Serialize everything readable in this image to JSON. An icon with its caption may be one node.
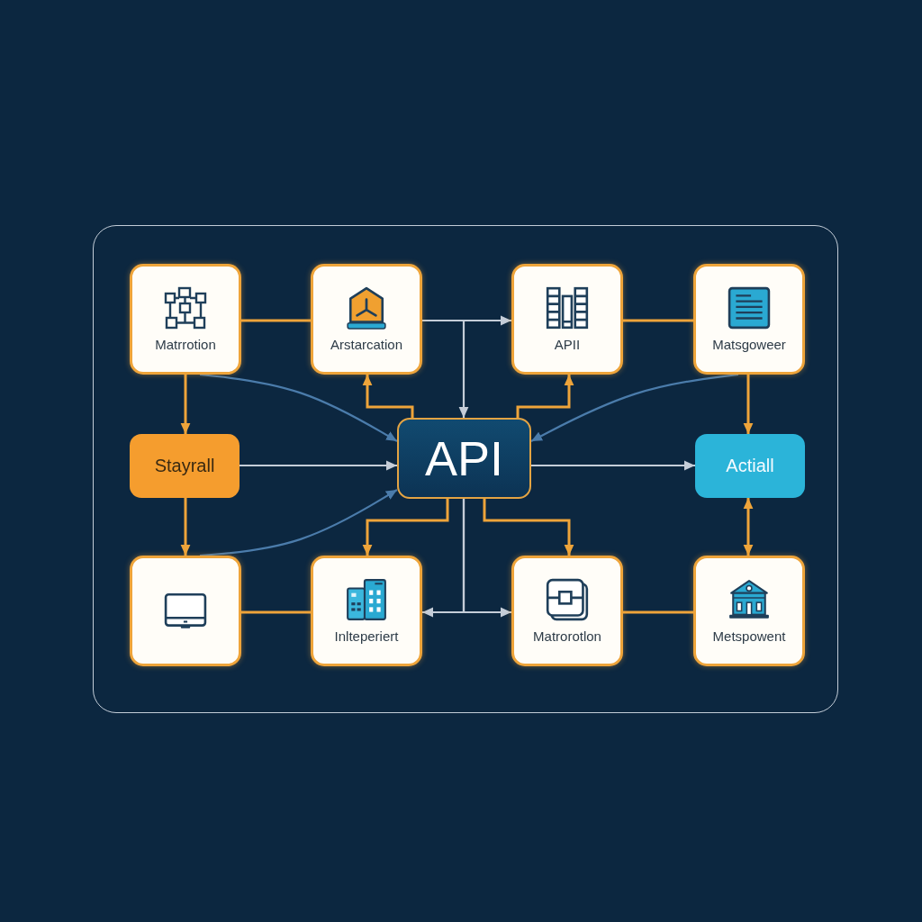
{
  "diagram": {
    "nodes": [
      {
        "text": [],
        "shape": "box"
      },
      {
        "text": [
          "Matrrotion"
        ],
        "in": 0
      },
      {
        "text": [
          "Arstarcation"
        ],
        "in": 0
      },
      {
        "text": [
          "APII"
        ],
        "in": 0
      },
      {
        "text": [
          "Matsgoweer"
        ],
        "in": 0
      },
      {
        "text": [
          "Stayrall"
        ],
        "in": 0
      },
      {
        "text": [
          "API"
        ],
        "in": 0
      },
      {
        "text": [
          "Actiall"
        ],
        "in": 0
      },
      {
        "text": [],
        "shape": "box",
        "in": 0
      },
      {
        "text": [
          "Inlteperiert"
        ],
        "in": 0
      },
      {
        "text": [
          "Matrorotlon"
        ],
        "in": 0
      },
      {
        "text": [
          "Metspowent"
        ],
        "in": 0
      }
    ],
    "edges": [
      {
        "from": 1,
        "to": 2,
        "arrow": "none"
      },
      {
        "from": 3,
        "to": 4,
        "arrow": "none"
      },
      {
        "from": 8,
        "to": 9,
        "arrow": "none"
      },
      {
        "from": 10,
        "to": 11,
        "arrow": "none"
      },
      {
        "from": 1,
        "to": 5,
        "arrow": "to"
      },
      {
        "from": 5,
        "to": 8,
        "arrow": "to"
      },
      {
        "from": 4,
        "to": 7,
        "arrow": "to"
      },
      {
        "from": 7,
        "to": 11,
        "arrow": "both"
      },
      {
        "from": 2,
        "to": 3,
        "arrow": "to",
        "color": "#c5cdd8"
      },
      {
        "from": 2,
        "to": 6,
        "arrow": "to",
        "color": "#c5cdd8"
      },
      {
        "from": 6,
        "to": 2,
        "arrow": "to"
      },
      {
        "from": 6,
        "to": 3,
        "arrow": "to"
      },
      {
        "from": 5,
        "to": 6,
        "arrow": "to",
        "color": "#c5cdd8"
      },
      {
        "from": 6,
        "to": 7,
        "arrow": "to",
        "color": "#c5cdd8"
      },
      {
        "from": 1,
        "to": 6,
        "arrow": "to",
        "color": "#4b7cab"
      },
      {
        "from": 8,
        "to": 6,
        "arrow": "to",
        "color": "#4b7cab"
      },
      {
        "from": 4,
        "to": 6,
        "arrow": "to",
        "color": "#4b7cab"
      },
      {
        "from": 6,
        "to": 9,
        "arrow": "to"
      },
      {
        "from": 6,
        "to": 10,
        "arrow": "to"
      },
      {
        "from": 6,
        "to": 9,
        "arrow": "to",
        "color": "#c5cdd8"
      },
      {
        "from": 6,
        "to": 10,
        "arrow": "to",
        "color": "#c5cdd8"
      }
    ]
  }
}
